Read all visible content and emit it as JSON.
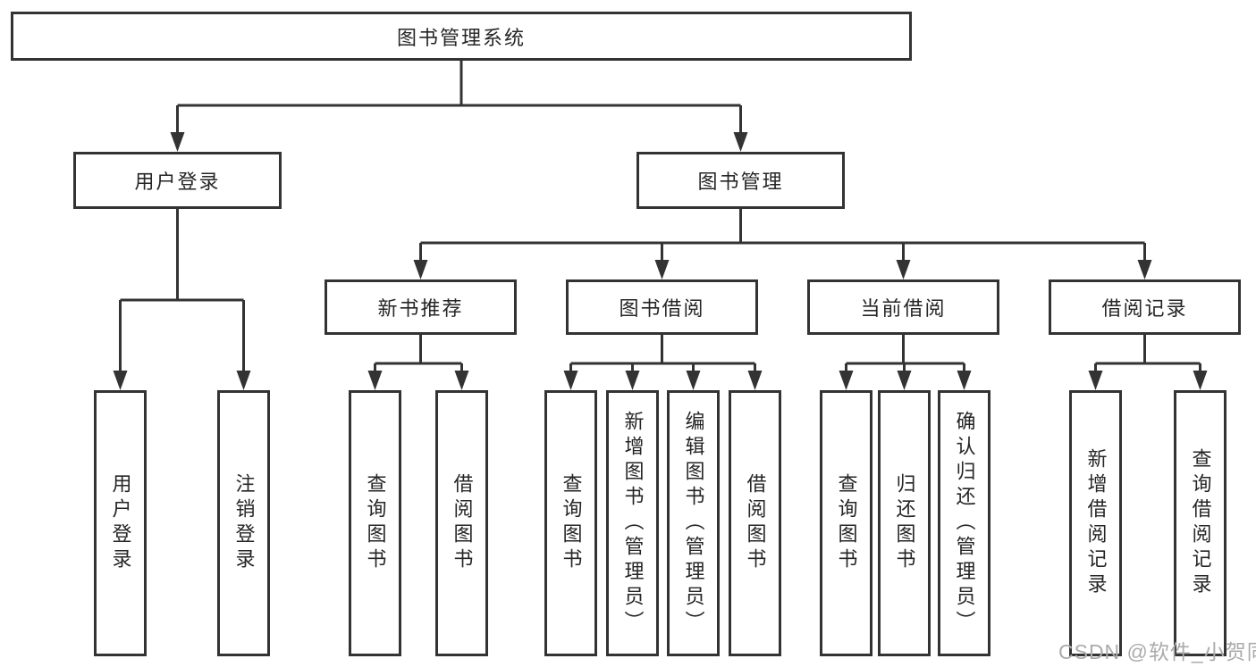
{
  "diagram": {
    "root": {
      "label": "图书管理系统",
      "children": [
        {
          "label": "用户登录",
          "children": [
            {
              "label": "用户登录"
            },
            {
              "label": "注销登录"
            }
          ]
        },
        {
          "label": "图书管理",
          "children": [
            {
              "label": "新书推荐",
              "children": [
                {
                  "label": "查询图书"
                },
                {
                  "label": "借阅图书"
                }
              ]
            },
            {
              "label": "图书借阅",
              "children": [
                {
                  "label": "查询图书"
                },
                {
                  "label": "新增图书（管理员）"
                },
                {
                  "label": "编辑图书（管理员）"
                },
                {
                  "label": "借阅图书"
                }
              ]
            },
            {
              "label": "当前借阅",
              "children": [
                {
                  "label": "查询图书"
                },
                {
                  "label": "归还图书"
                },
                {
                  "label": "确认归还（管理员）"
                }
              ]
            },
            {
              "label": "借阅记录",
              "children": [
                {
                  "label": "新增借阅记录"
                },
                {
                  "label": "查询借阅记录"
                }
              ]
            }
          ]
        }
      ]
    }
  },
  "watermark": {
    "text": "CSDN @软件_小贺同学"
  },
  "colors": {
    "line": "#333333",
    "box_border": "#333333",
    "text": "#262626",
    "watermark": "#ababab",
    "background": "#ffffff"
  }
}
